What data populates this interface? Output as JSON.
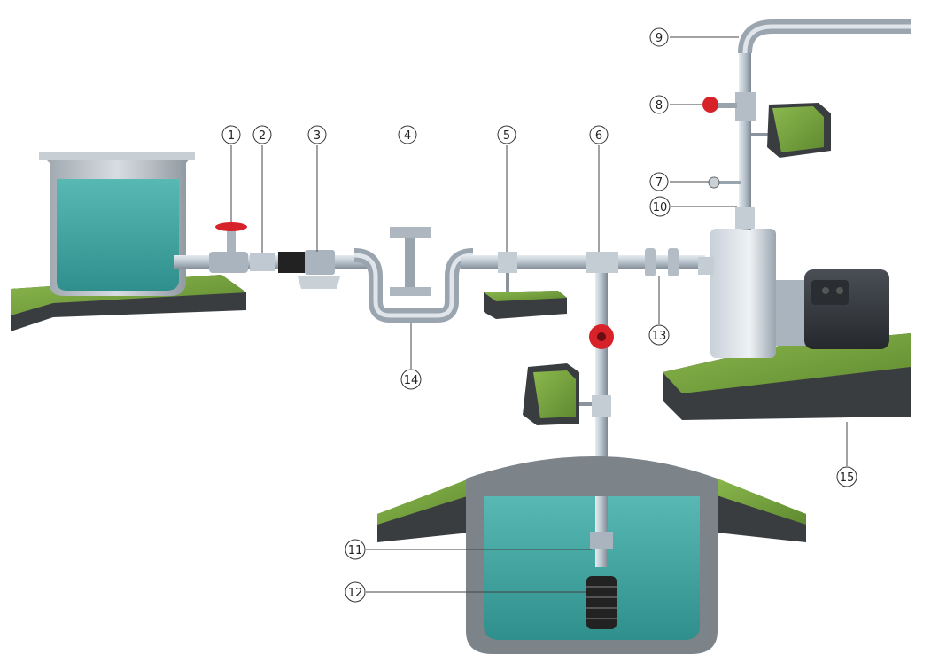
{
  "diagram": {
    "callouts": [
      {
        "id": "c1",
        "label": "1"
      },
      {
        "id": "c2",
        "label": "2"
      },
      {
        "id": "c3",
        "label": "3"
      },
      {
        "id": "c4",
        "label": "4"
      },
      {
        "id": "c5",
        "label": "5"
      },
      {
        "id": "c6",
        "label": "6"
      },
      {
        "id": "c7",
        "label": "7"
      },
      {
        "id": "c8",
        "label": "8"
      },
      {
        "id": "c9",
        "label": "9"
      },
      {
        "id": "c10",
        "label": "10"
      },
      {
        "id": "c11",
        "label": "11"
      },
      {
        "id": "c12",
        "label": "12"
      },
      {
        "id": "c13",
        "label": "13"
      },
      {
        "id": "c14",
        "label": "14"
      },
      {
        "id": "c15",
        "label": "15"
      }
    ],
    "colors": {
      "water": "#3fa3a0",
      "pipe": "#b8c2cc",
      "grass": "#6e9a3a",
      "ground": "#3a3d40",
      "valve": "#d8222a",
      "motor": "#34383d"
    }
  }
}
